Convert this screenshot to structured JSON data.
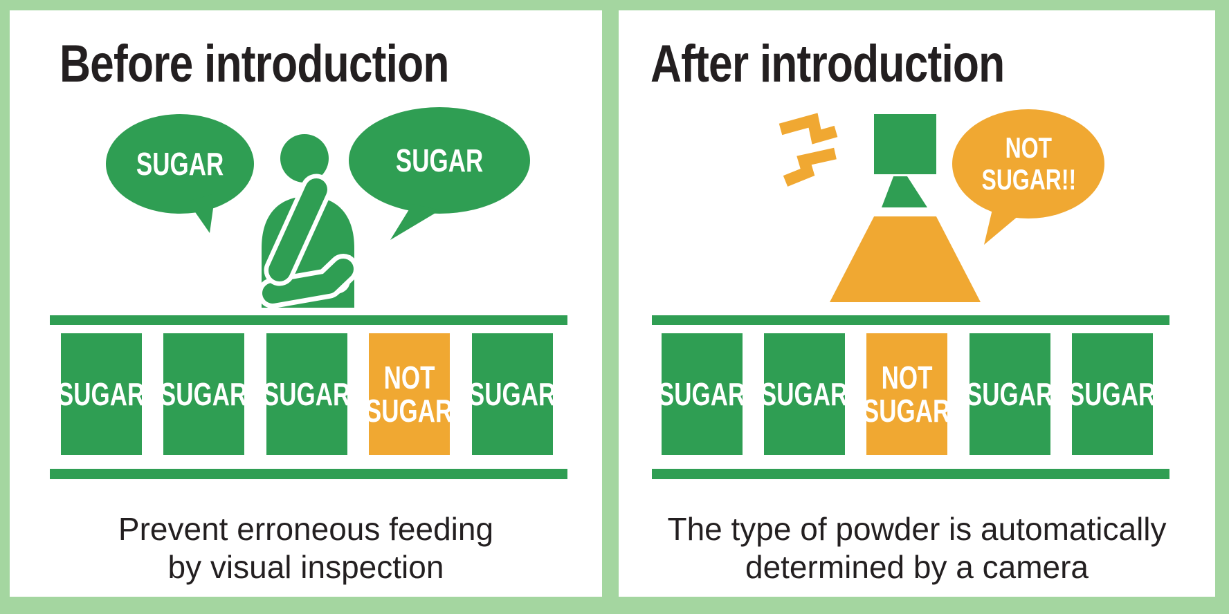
{
  "page": {
    "background_color": "#a4d6a0",
    "panel_background": "#ffffff"
  },
  "colors": {
    "green": "#2f9e53",
    "orange": "#f0a832",
    "light_green_border": "#a4d6a0",
    "dark_text": "#231f20",
    "white_text": "#ffffff"
  },
  "left_panel": {
    "title": "Before introduction",
    "speech_bubble_left": {
      "text": "SUGAR"
    },
    "speech_bubble_right": {
      "text": "SUGAR"
    },
    "person_icon": "thinking-inspector-person",
    "conveyor": {
      "boxes": [
        {
          "line1": "SUGAR",
          "type": "sugar"
        },
        {
          "line1": "SUGAR",
          "type": "sugar"
        },
        {
          "line1": "SUGAR",
          "type": "sugar"
        },
        {
          "line1": "NOT",
          "line2": "SUGAR",
          "type": "not-sugar"
        },
        {
          "line1": "SUGAR",
          "type": "sugar"
        }
      ]
    },
    "caption": {
      "line1": "Prevent erroneous feeding",
      "line2": "by visual inspection"
    }
  },
  "right_panel": {
    "title": "After introduction",
    "camera_icon": "inspection-camera-with-light-beam",
    "flash_icon": "camera-flash-sparks",
    "speech_bubble": {
      "line1": "NOT",
      "line2": "SUGAR!!"
    },
    "conveyor": {
      "boxes": [
        {
          "line1": "SUGAR",
          "type": "sugar"
        },
        {
          "line1": "SUGAR",
          "type": "sugar"
        },
        {
          "line1": "NOT",
          "line2": "SUGAR",
          "type": "not-sugar"
        },
        {
          "line1": "SUGAR",
          "type": "sugar"
        },
        {
          "line1": "SUGAR",
          "type": "sugar"
        }
      ]
    },
    "caption": {
      "line1": "The type of powder is automatically",
      "line2": "determined by a camera"
    }
  }
}
